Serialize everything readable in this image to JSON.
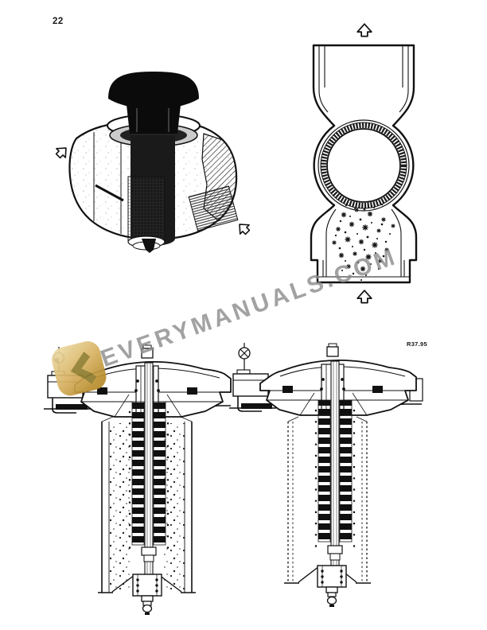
{
  "page": {
    "number": "22"
  },
  "figures": {
    "code_label": "R37.95"
  },
  "watermark": {
    "text": "EVERYMANUALS.COM"
  },
  "colors": {
    "ink": "#111111",
    "watermark_gray": "#8c8c8c",
    "logo_gold_light": "#efe0ae",
    "logo_gold": "#d9b567",
    "logo_gold_dark": "#b98d2e",
    "logo_glyph": "#8a7a2c"
  },
  "icons": {
    "flow_arrow": "hollow-up-arrow",
    "vent_ball": "half-filled-ball-symbol",
    "closed_valve": "circled-x-symbol",
    "logo": "everymanuals-gold-squircle-arrow"
  }
}
